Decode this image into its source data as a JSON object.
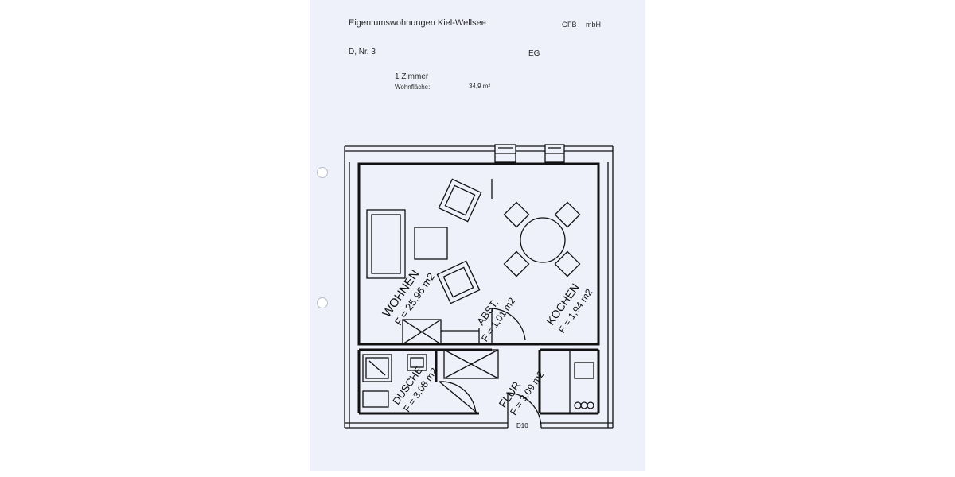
{
  "header": {
    "project": "Eigentumswohnungen Kiel-Wellsee",
    "company_1": "GFB",
    "company_2": "mbH",
    "unit": "D, Nr. 3",
    "floor": "EG",
    "rooms": "1 Zimmer",
    "area_label": "Wohnfläche:",
    "area_value": "34,9 m²"
  },
  "rooms": {
    "wohnen_name": "WOHNEN",
    "wohnen_area": "F = 25,96 m2",
    "abst_name": "ABST.",
    "abst_area": "F = 1,01 m2",
    "kochen_name": "KOCHEN",
    "kochen_area": "F = 1,94 m2",
    "dusche_name": "DUSCHE",
    "dusche_area": "F = 3,08 m2",
    "flur_name": "FLUR",
    "flur_area": "F = 3,09 m2"
  },
  "door_tag": "D10"
}
